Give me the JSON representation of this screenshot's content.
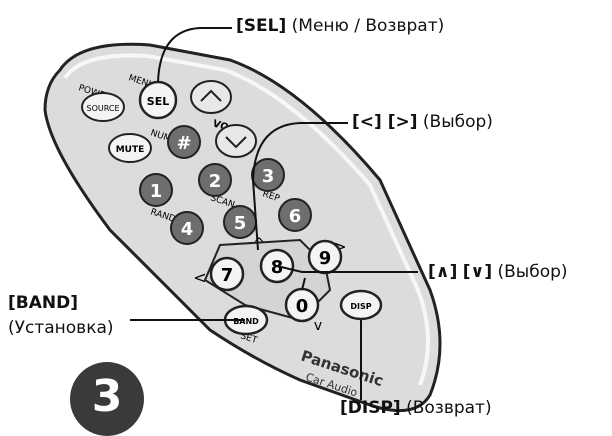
{
  "callouts": {
    "sel": {
      "key": "[SEL]",
      "desc": "(Меню / Возврат)"
    },
    "lr": {
      "key": "[<] [>]",
      "desc": "(Выбор)"
    },
    "ud": {
      "key_up": "[∧]",
      "key_down": "[∨]",
      "desc": "(Выбор)"
    },
    "band": {
      "key": "[BAND]",
      "desc": "(Установка)"
    },
    "disp": {
      "key": "[DISP]",
      "desc": "(Возврат)"
    }
  },
  "step_number": "3",
  "remote": {
    "labels": {
      "power": "POWER",
      "menu": "MENU",
      "number": "NUMBER",
      "vol": "VOL",
      "rand": "RAND",
      "scan": "SCAN",
      "rep": "REP",
      "set": "SET"
    },
    "buttons": {
      "source": "SOURCE",
      "sel": "SEL",
      "mute": "MUTE",
      "hash": "#",
      "n1": "1",
      "n2": "2",
      "n3": "3",
      "n4": "4",
      "n5": "5",
      "n6": "6",
      "n7": "7",
      "n8": "8",
      "n9": "9",
      "n0": "0",
      "band": "BAND",
      "disp": "DISP"
    },
    "brand": "Panasonic",
    "brand_sub": "Car Audio"
  },
  "colors": {
    "body": "#e6e6e6",
    "button_dark": "#6e6e6e",
    "button_light": "#f4f4f4",
    "outline": "#222222"
  }
}
